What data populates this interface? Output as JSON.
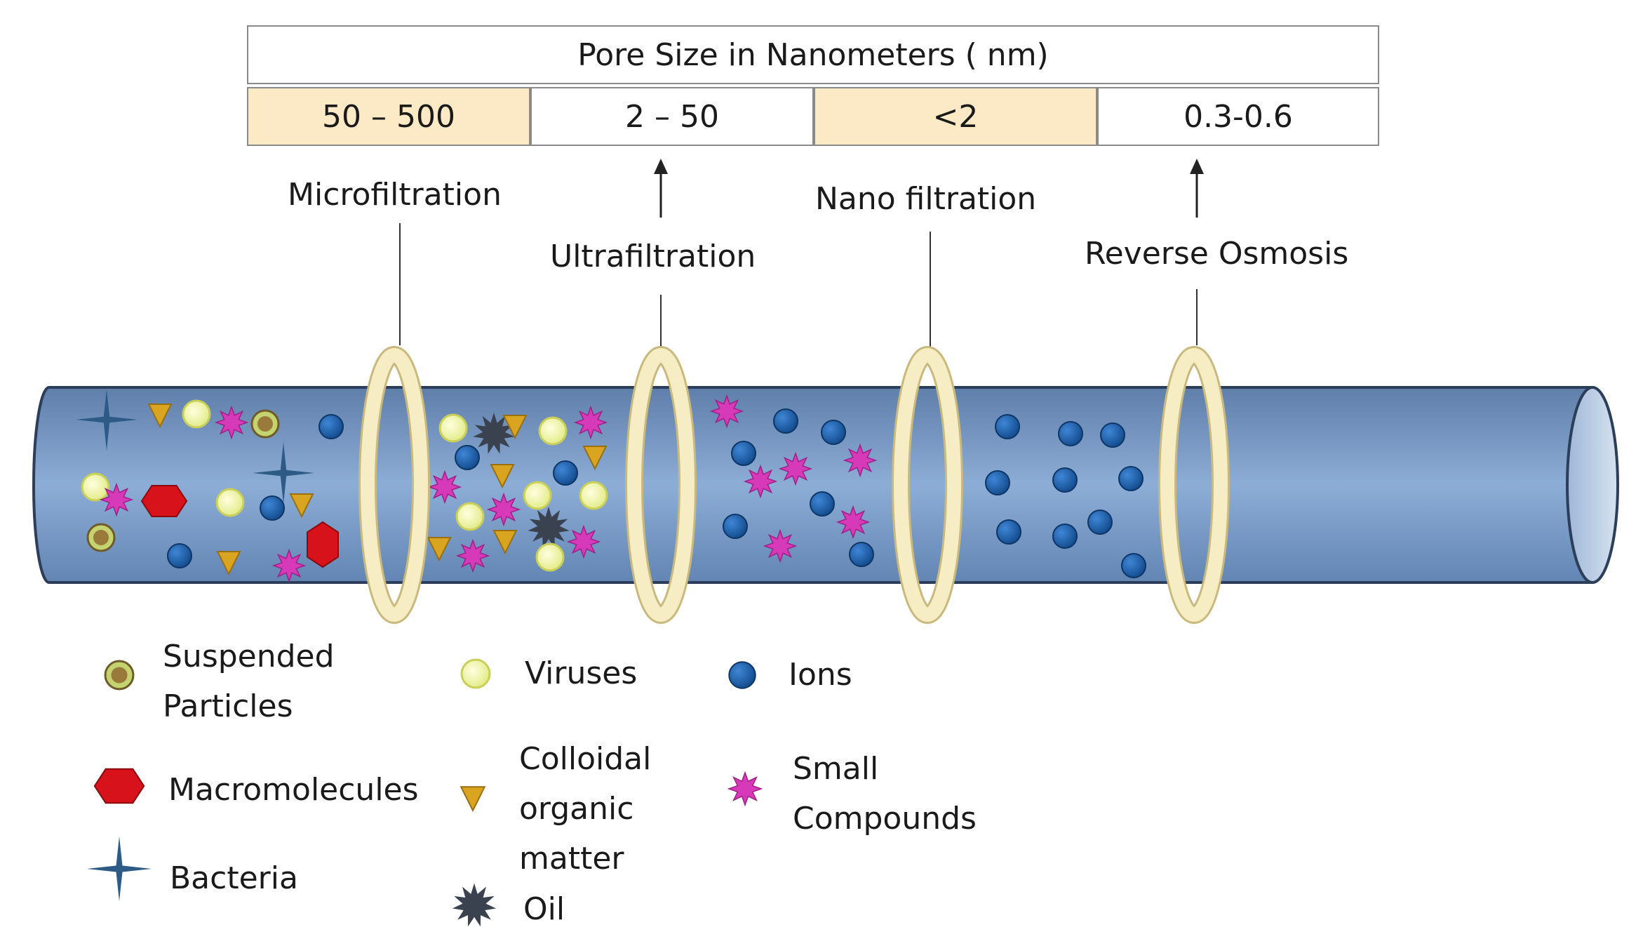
{
  "header": {
    "title": "Pore Size in Nanometers ( nm)"
  },
  "pore_sizes": [
    {
      "label": "50 – 500",
      "fill": "#fce9c5"
    },
    {
      "label": "2 – 50",
      "fill": "#ffffff"
    },
    {
      "label": "<2",
      "fill": "#fce9c5"
    },
    {
      "label": "0.3-0.6",
      "fill": "#ffffff"
    }
  ],
  "processes": [
    {
      "id": "microfiltration",
      "label": "Microfiltration"
    },
    {
      "id": "ultrafiltration",
      "label": "Ultrafiltration"
    },
    {
      "id": "nanofiltration",
      "label": "Nano filtration"
    },
    {
      "id": "reverse-osmosis",
      "label": "Reverse Osmosis"
    }
  ],
  "legend": {
    "suspended_particles": [
      "Suspended",
      "Particles"
    ],
    "macromolecules": "Macromolecules",
    "bacteria": "Bacteria",
    "viruses": "Viruses",
    "colloidal_organic_matter": [
      "Colloidal",
      "organic",
      "matter"
    ],
    "oil": "Oil",
    "ions": "Ions",
    "small_compounds": [
      "Small",
      "Compounds"
    ]
  },
  "colors": {
    "pipe": "#7f9fcb",
    "membrane": "#f3e7b3",
    "ion": "#1f5fa8",
    "virus": "#f6f7a8",
    "small_compound": "#d63ab8",
    "macromolecule": "#d8121a",
    "colloid": "#d9a520",
    "bacteria": "#2e5b86",
    "oil": "#3a4250",
    "suspended": "#9a7a3a"
  }
}
